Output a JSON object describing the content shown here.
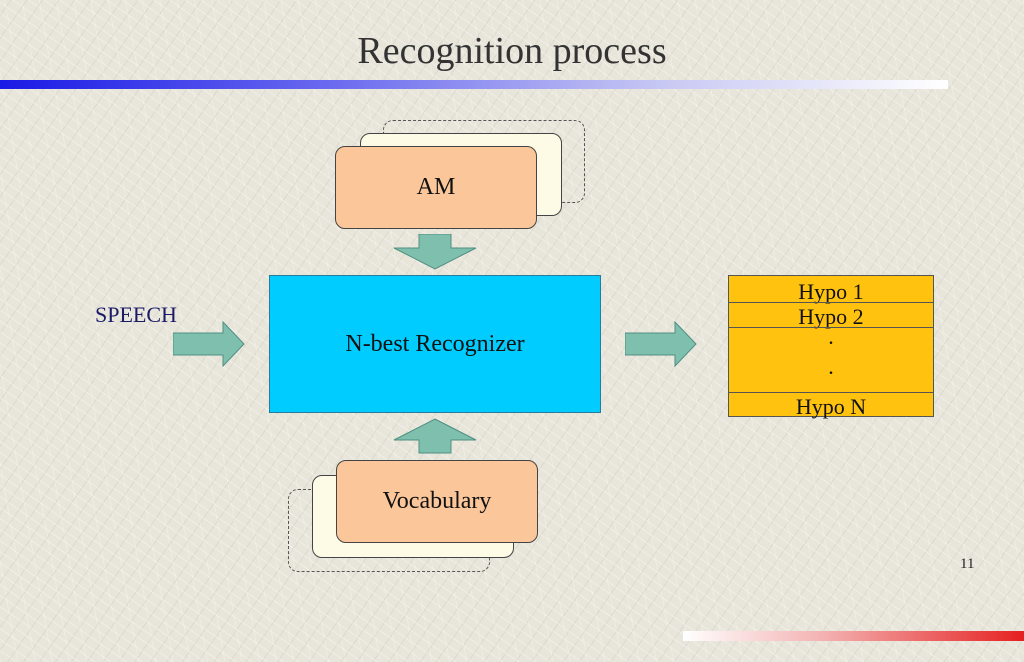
{
  "slide": {
    "title": "Recognition process",
    "page_number": "11"
  },
  "diagram": {
    "am_label": "AM",
    "recognizer_label": "N-best Recognizer",
    "vocabulary_label": "Vocabulary",
    "input_label": "SPEECH",
    "hypotheses": [
      "Hypo 1",
      "Hypo 2",
      "Hypo N"
    ],
    "ellipsis_dot": "."
  },
  "colors": {
    "recognizer_fill": "#00ccff",
    "model_fill": "#fbc79a",
    "hypo_fill": "#ffc20e",
    "arrow_fill": "#7fbfae"
  }
}
